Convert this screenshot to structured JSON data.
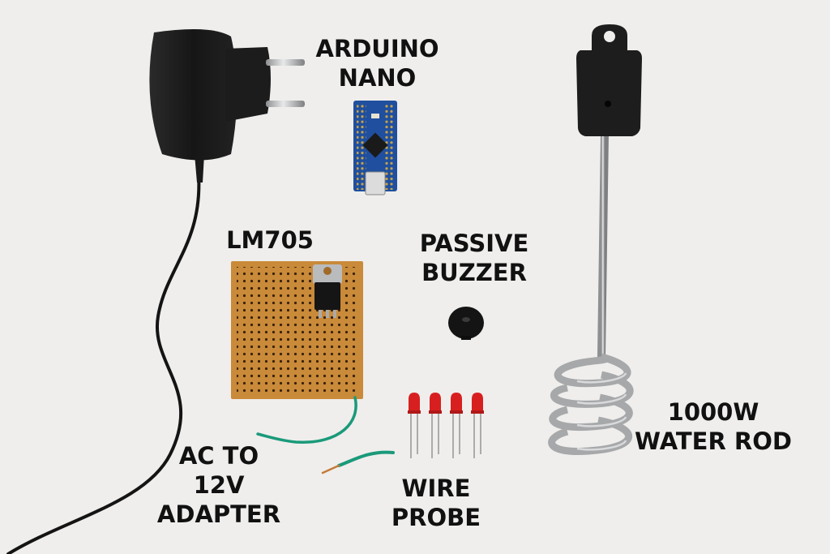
{
  "labels": {
    "arduino_nano": [
      "ARDUINO",
      "NANO"
    ],
    "lm705": [
      "LM705"
    ],
    "passive_buzzer": [
      "PASSIVE",
      "BUZZER"
    ],
    "water_rod": [
      "1000W",
      "WATER ROD"
    ],
    "adapter": [
      "AC TO",
      "12V",
      "ADAPTER"
    ],
    "wire_probe": [
      "WIRE",
      "PROBE"
    ]
  },
  "colors": {
    "background": "#efeeec",
    "perfboard": "#c98a3a",
    "arduino_board": "#1f4f9e",
    "led": "#d81f1f",
    "wire": "#1a9a7a"
  }
}
